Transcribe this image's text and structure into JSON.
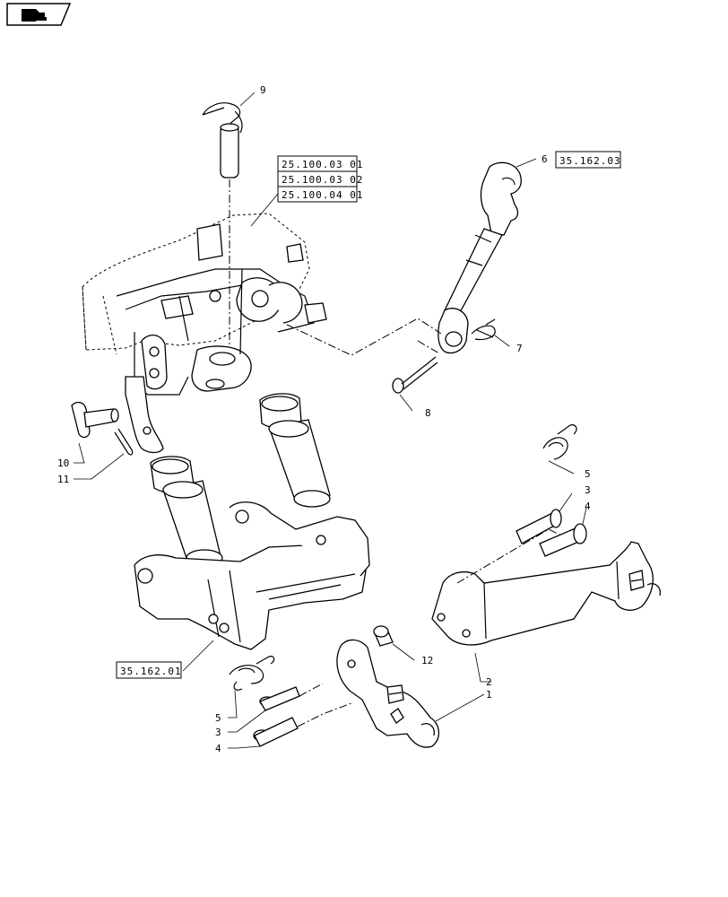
{
  "nav_icon": "return-arrow-icon",
  "callouts": {
    "c9": "9",
    "c6": "6",
    "c7": "7",
    "c8": "8",
    "c10": "10",
    "c11": "11",
    "c5a": "5",
    "c3a": "3",
    "c4a": "4",
    "c12": "12",
    "c2": "2",
    "c1": "1",
    "c5b": "5",
    "c3b": "3",
    "c4b": "4"
  },
  "refs": {
    "r1": "25.100.03 01",
    "r2": "25.100.03 02",
    "r3": "25.100.04 01",
    "r4": "35.162.03",
    "r5": "35.162.01"
  }
}
